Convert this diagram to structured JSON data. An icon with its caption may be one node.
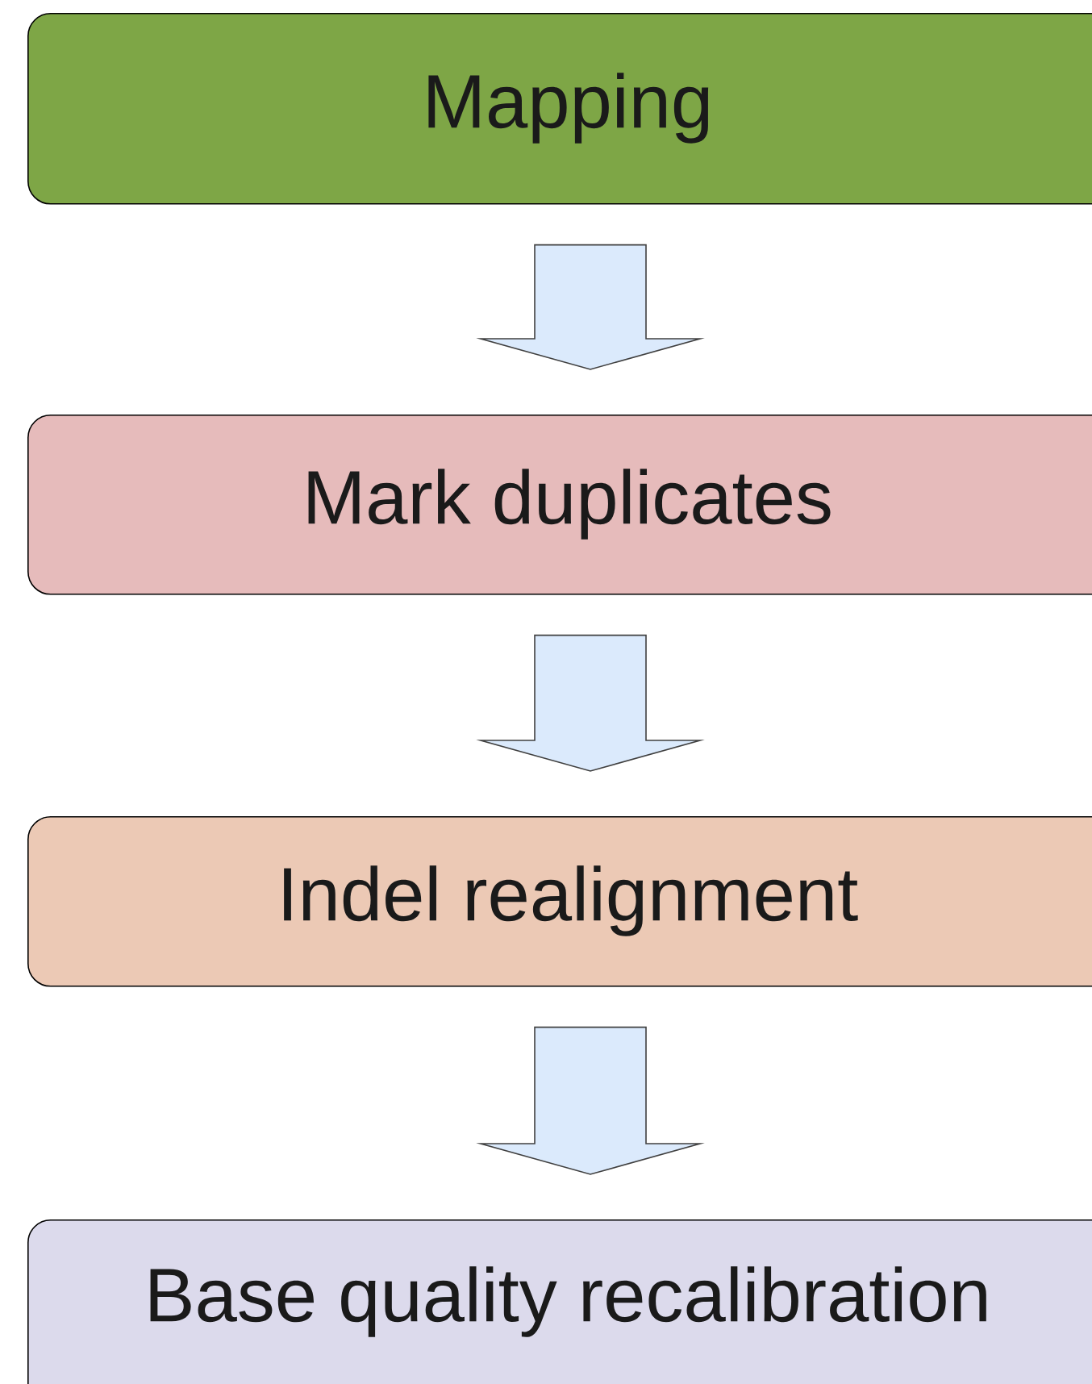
{
  "diagram": {
    "nodes": [
      {
        "text": [
          "Mapping"
        ]
      },
      {
        "text": [
          "Mark duplicates"
        ]
      },
      {
        "text": [
          "Indel realignment"
        ]
      },
      {
        "text": [
          "Base quality recalibration"
        ]
      }
    ],
    "edges": [
      {
        "from": 0,
        "to": 1,
        "arrow": "to"
      },
      {
        "from": 1,
        "to": 2,
        "arrow": "to"
      },
      {
        "from": 2,
        "to": 3,
        "arrow": "to"
      }
    ]
  }
}
